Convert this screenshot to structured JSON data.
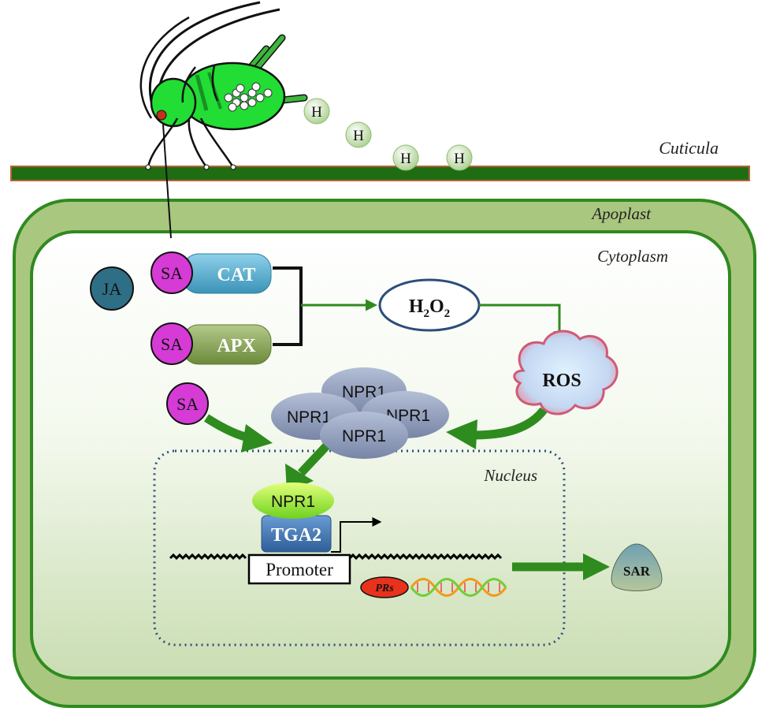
{
  "labels": {
    "cuticula": "Cuticula",
    "apoplast": "Apoplast",
    "cytoplasm": "Cytoplasm",
    "nucleus": "Nucleus"
  },
  "herbivore_marks": [
    "H",
    "H",
    "H",
    "H"
  ],
  "molecules": {
    "ja": "JA",
    "sa_cat": "SA",
    "sa_apx": "SA",
    "sa_free": "SA",
    "cat": "CAT",
    "apx": "APX",
    "h2o2": {
      "h": "H",
      "sub1": "2",
      "o": "O",
      "sub2": "2"
    },
    "ros": "ROS"
  },
  "npr1_complex": [
    "NPR1",
    "NPR1",
    "NPR1",
    "NPR1"
  ],
  "nucleus_parts": {
    "npr1": "NPR1",
    "tga2": "TGA2",
    "promoter": "Promoter",
    "prs": "PRs"
  },
  "outcome": "SAR",
  "colors": {
    "cell_wall": "#a9c77f",
    "membrane": "#2f8a1f",
    "arrow": "#2e8b1e",
    "sa": "#d63bd6",
    "ja": "#2f6f86",
    "cat": "#4aa6c9",
    "apx": "#7e9a4a",
    "npr1": "#8796b4",
    "tga2": "#3f76b5",
    "aphid": "#22dd33"
  }
}
